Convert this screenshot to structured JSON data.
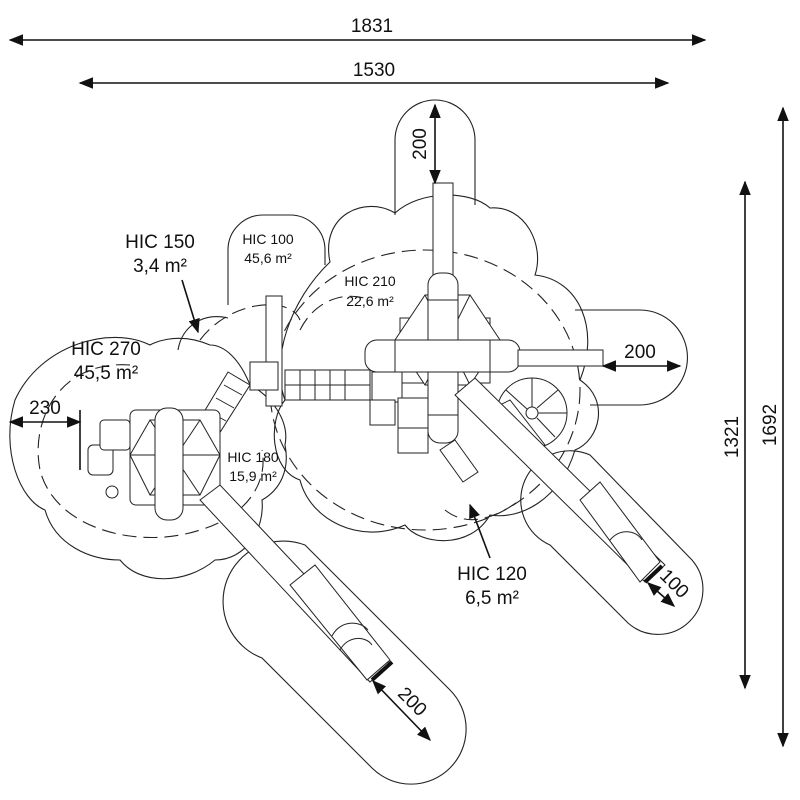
{
  "dimensions": {
    "overall_width": "1831",
    "inner_width": "1530",
    "overall_height": "1692",
    "inner_height": "1321",
    "top_clearance": "200",
    "right_clearance": "200",
    "left_clearance": "230",
    "slide_left_clearance": "200",
    "slide_right_clearance": "100"
  },
  "labels": {
    "hic150": {
      "code": "HIC 150",
      "area": "3,4 m²"
    },
    "hic100": {
      "code": "HIC 100",
      "area": "45,6 m²"
    },
    "hic210": {
      "code": "HIC 210",
      "area": "22,6 m²"
    },
    "hic270": {
      "code": "HIC 270",
      "area": "45,5 m²"
    },
    "hic180": {
      "code": "HIC 180",
      "area": "15,9 m²"
    },
    "hic120": {
      "code": "HIC 120",
      "area": "6,5 m²"
    }
  }
}
